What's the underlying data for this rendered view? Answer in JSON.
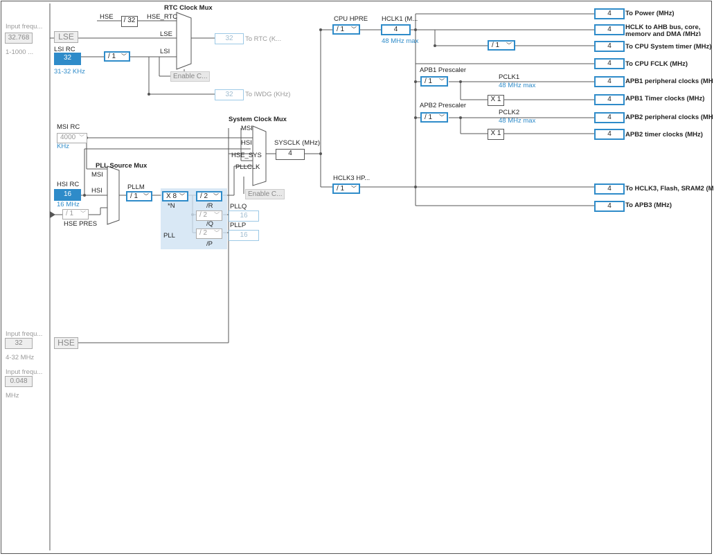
{
  "inputs": {
    "lse_freq": "32.768",
    "lse_caption": "Input frequ...",
    "lse_range": "1-1000 ...",
    "lse_label": "LSE",
    "lsi_label": "LSI RC",
    "lsi_value": "32",
    "lsi_range": "31-32 KHz",
    "msi_label": "MSI RC",
    "msi_value": "4000",
    "msi_unit": "KHz",
    "hsi_label": "HSI RC",
    "hsi_value": "16",
    "hsi_unit": "16 MHz",
    "hse_freq": "32",
    "hse_caption": "Input frequ...",
    "hse_range": "4-32 MHz",
    "hse_label": "HSE",
    "in3_caption": "Input frequ...",
    "in3_value": "0.048",
    "in3_unit": "MHz"
  },
  "rtc": {
    "title": "RTC Clock Mux",
    "in_hse": "HSE",
    "div": "/ 32",
    "in_hse_rtc": "HSE_RTC",
    "in_lse": "LSE",
    "in_lsi": "LSI",
    "lsi_div": "/ 1",
    "enable": "Enable C...",
    "out_value": "32",
    "out_label": "To RTC (K...",
    "iwdg_value": "32",
    "iwdg_label": "To IWDG (KHz)"
  },
  "sysmux": {
    "title": "System Clock Mux",
    "in_msi": "MSI",
    "in_hsi": "HSI",
    "in_hse": "HSE_SYS",
    "in_pll": "PLLCLK",
    "enable": "Enable C...",
    "sysclk_label": "SYSCLK (MHz)",
    "sysclk_value": "4"
  },
  "pll": {
    "src_title": "PLL Source Mux",
    "in_msi": "MSI",
    "in_hsi": "HSI",
    "hse_pres_div": "/ 1",
    "hse_pres_label": "HSE PRES",
    "pllm_label": "PLLM",
    "pllm_div": "/ 1",
    "mul": "X 8",
    "mul_label": "*N",
    "r_div": "/ 2",
    "r_label": "/R",
    "q_div": "/ 2",
    "q_label": "/Q",
    "p_div": "/ 2",
    "p_label": "/P",
    "pll_label": "PLL",
    "pllq_label": "PLLQ",
    "pllq_value": "16",
    "pllp_label": "PLLP",
    "pllp_value": "16"
  },
  "hclk": {
    "cpu_hpre_label": "CPU HPRE",
    "cpu_hpre_div": "/ 1",
    "hclk1_label": "HCLK1 (M...",
    "hclk1_value": "4",
    "hclk1_max": "48 MHz max",
    "cpu_timer_div": "/ 1",
    "apb1_pres_label": "APB1 Prescaler",
    "apb1_div": "/ 1",
    "pclk1_label": "PCLK1",
    "pclk1_max": "48 MHz max",
    "apb1_timer_mul": "X 1",
    "apb2_pres_label": "APB2 Prescaler",
    "apb2_div": "/ 1",
    "pclk2_label": "PCLK2",
    "pclk2_max": "48 MHz max",
    "apb2_timer_mul": "X 1",
    "hclk3_label": "HCLK3 HP...",
    "hclk3_div": "/ 1"
  },
  "outputs": [
    {
      "value": "4",
      "label": "To Power (MHz)"
    },
    {
      "value": "4",
      "label": "HCLK to AHB bus, core,"
    },
    {
      "value": "4",
      "label": "To CPU System timer (MHz)"
    },
    {
      "value": "4",
      "label": "To CPU FCLK (MHz)"
    },
    {
      "value": "4",
      "label": "APB1 peripheral clocks (MH"
    },
    {
      "value": "4",
      "label": "APB1 Timer clocks (MHz)"
    },
    {
      "value": "4",
      "label": "APB2 peripheral clocks (MH"
    },
    {
      "value": "4",
      "label": "APB2 timer clocks (MHz)"
    },
    {
      "value": "4",
      "label": "To HCLK3, Flash, SRAM2 (M"
    },
    {
      "value": "4",
      "label": "To APB3 (MHz)"
    }
  ],
  "output2_extra": "memory and DMA (MHz)",
  "colors": {
    "accent": "#2e8bc9",
    "pll_bg": "#cfe2f3"
  }
}
